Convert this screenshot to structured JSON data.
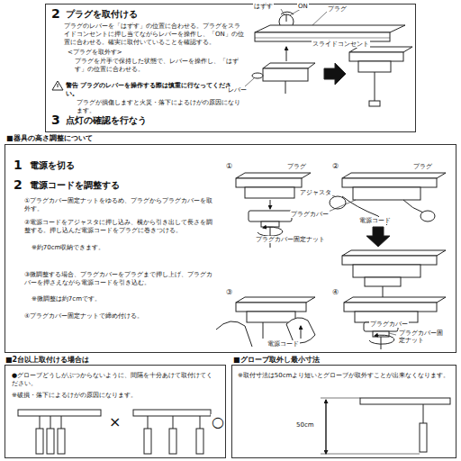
{
  "diagram": {
    "nodes": [
      {
        "text": [
          "2",
          "プラグを取付ける",
          "プラグのレバーを「はずす」の位置に合わせる。プラグをスライドコンセントに押し当てながらレバーを操作し、「ON」の位置に合わせる。確実に取付いていることを確認する。",
          "<プラグを取外す>",
          "プラグを片手で保持した状態で、レバーを操作し、「はずす」の位置に合わせる。",
          "警告 プラグのレバーを操作する際は慎重に行なってください。",
          "プラグが損傷しますと火災・落下によるけがの原因になります。",
          "3",
          "点灯の確認を行なう"
        ]
      },
      {
        "text": [
          "■器具の高さ調整について",
          "1",
          "電源を切る",
          "2",
          "電源コードを調整する",
          "①プラグカバー固定ナットをゆるめ、プラグからプラグカバーを取外す。",
          "②電源コードをアジャスタに押し込み、横から引き出して長さを調整する。押し込んだ電源コードをプラグに巻きつける。",
          "※約70cm収納できます。",
          "③微調整する場合、プラグカバーをプラグまで押し上げ、プラグカバーを押さえながら電源コードを引き込む。",
          "※微調整は約7cmです。",
          "④プラグカバー固定ナットで締め付ける。"
        ]
      },
      {
        "text": [
          "■2台以上取付ける場合は",
          "●グローブどうしがぶつからないように、間隔を十分あけて取付けてください。",
          "※破損・落下によるけがの原因になります。"
        ]
      },
      {
        "text": [
          "■グローブ取外し最小寸法",
          "※取付寸法は50cmより短いとグローブが取外すことが出来なくなります。"
        ]
      }
    ],
    "labels": [
      "はずす",
      "ON",
      "プラグ",
      "スライドコンセント",
      "レバー",
      "①",
      "プラグ",
      "②",
      "プラグ",
      "アジャスタ",
      "プラグカバー",
      "電源コード",
      "プラグカバー固定ナット",
      "③",
      "④",
      "電源コード",
      "プラグカバー",
      "プラグカバー固定ナット",
      "×",
      "○",
      "50cm"
    ]
  }
}
